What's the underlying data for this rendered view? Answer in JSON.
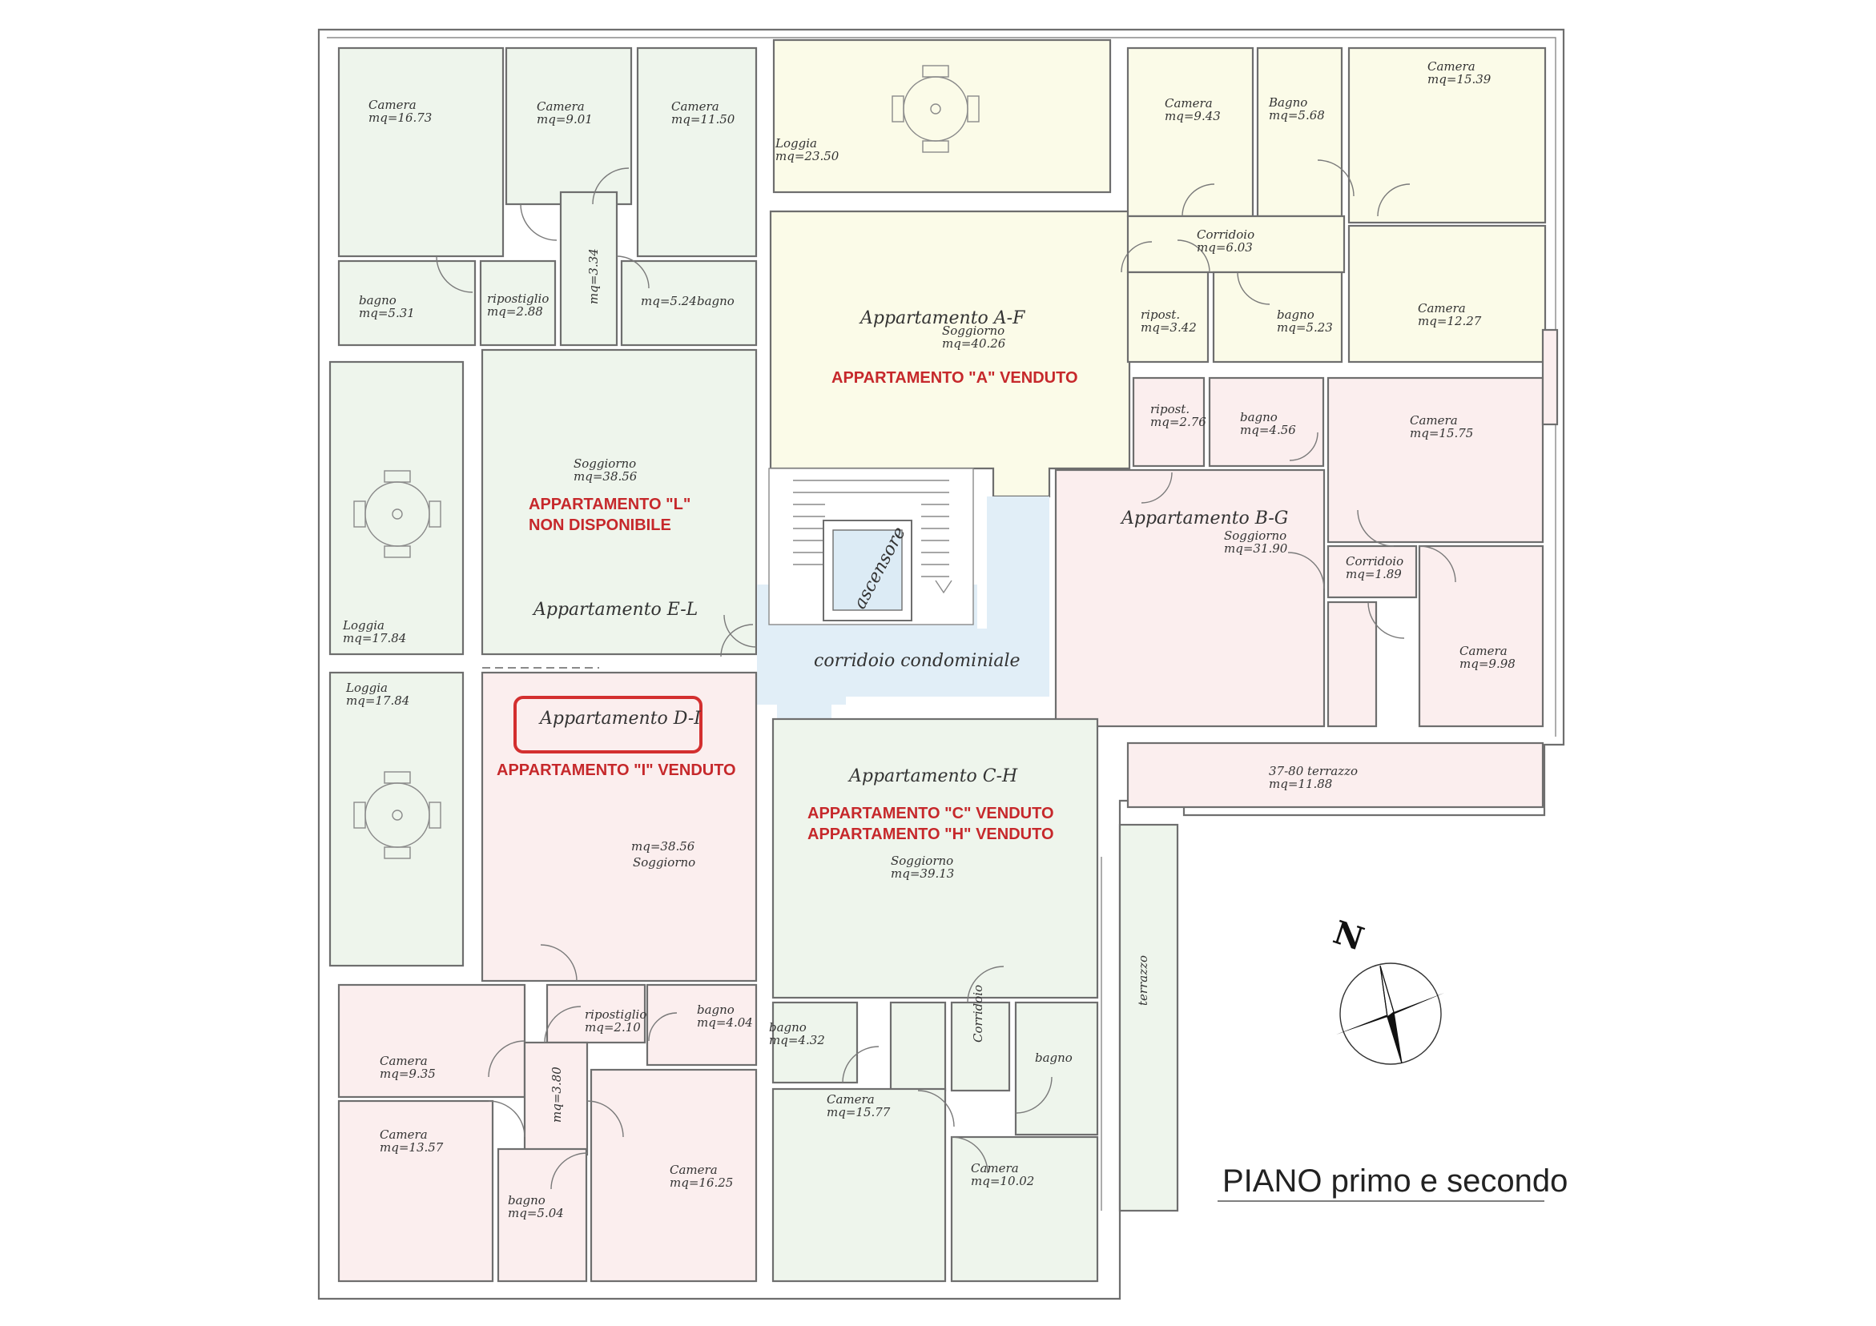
{
  "title": "PIANO primo e secondo",
  "compass": {
    "north_label": "N"
  },
  "colors": {
    "apt_green": "#eef5ec",
    "apt_yellow": "#fbfbe8",
    "apt_pink": "#fbeeee",
    "common_blue": "#e1eef7",
    "status_red": "#c6282b",
    "highlight_red": "#d32f2f"
  },
  "apartments": {
    "el": {
      "name": "Appartamento E-L",
      "status_line1": "APPARTAMENTO \"L\"",
      "status_line2": "NON DISPONIBILE",
      "color": "#eef5ec"
    },
    "af": {
      "name": "Appartamento A-F",
      "status": "APPARTAMENTO \"A\" VENDUTO",
      "color": "#fbfbe8"
    },
    "bg": {
      "name": "Appartamento B-G",
      "color": "#fbeeee"
    },
    "di": {
      "name": "Appartamento D-I",
      "status": "APPARTAMENTO \"I\" VENDUTO",
      "color": "#fbeeee"
    },
    "ch": {
      "name": "Appartamento C-H",
      "status_line1": "APPARTAMENTO \"C\" VENDUTO",
      "status_line2": "APPARTAMENTO \"H\" VENDUTO",
      "color": "#eef5ec"
    }
  },
  "common": {
    "corridor": "corridoio condominiale",
    "elevator": "ascensore"
  },
  "rooms": {
    "el_camera1": {
      "name": "Camera",
      "area": "mq=16.73"
    },
    "el_camera2": {
      "name": "Camera",
      "area": "mq=9.01"
    },
    "el_camera3": {
      "name": "Camera",
      "area": "mq=11.50"
    },
    "el_bagno1": {
      "name": "bagno",
      "area": "mq=5.31"
    },
    "el_ripostiglio": {
      "name": "ripostiglio",
      "area": "mq=2.88"
    },
    "el_corr": {
      "area": "mq=3.34"
    },
    "el_bagno2": {
      "name": "bagno",
      "area": "mq=5.24"
    },
    "el_soggiorno": {
      "name": "Soggiorno",
      "area": "mq=38.56"
    },
    "el_loggia": {
      "name": "Loggia",
      "area": "mq=17.84"
    },
    "af_loggia": {
      "name": "Loggia",
      "area": "mq=23.50"
    },
    "af_camera1": {
      "name": "Camera",
      "area": "mq=9.43"
    },
    "af_bagno1": {
      "name": "Bagno",
      "area": "mq=5.68"
    },
    "af_camera2": {
      "name": "Camera",
      "area": "mq=15.39"
    },
    "af_corridoio": {
      "name": "Corridoio",
      "area": "mq=6.03"
    },
    "af_ripost": {
      "name": "ripost.",
      "area": "mq=3.42"
    },
    "af_bagno2": {
      "name": "bagno",
      "area": "mq=5.23"
    },
    "af_camera3": {
      "name": "Camera",
      "area": "mq=12.27"
    },
    "af_soggiorno": {
      "name": "Soggiorno",
      "area": "mq=40.26"
    },
    "bg_ripost": {
      "name": "ripost.",
      "area": "mq=2.76"
    },
    "bg_bagno": {
      "name": "bagno",
      "area": "mq=4.56"
    },
    "bg_camera1": {
      "name": "Camera",
      "area": "mq=15.75"
    },
    "bg_soggiorno": {
      "name": "Soggiorno",
      "area": "mq=31.90"
    },
    "bg_corridoio": {
      "name": "Corridoio",
      "area": "mq=1.89"
    },
    "bg_camera2": {
      "name": "Camera",
      "area": "mq=9.98"
    },
    "bg_terrazzo": {
      "name": "37-80 terrazzo",
      "area": "mq=11.88"
    },
    "di_loggia": {
      "name": "Loggia",
      "area": "mq=17.84"
    },
    "di_soggiorno": {
      "name": "Soggiorno",
      "area": "mq=38.56"
    },
    "di_ripostiglio": {
      "name": "ripostiglio",
      "area": "mq=2.10"
    },
    "di_bagno1": {
      "name": "bagno",
      "area": "mq=4.04"
    },
    "di_camera1": {
      "name": "Camera",
      "area": "mq=9.35"
    },
    "di_corr": {
      "area": "mq=3.80"
    },
    "di_camera2": {
      "name": "Camera",
      "area": "mq=13.57"
    },
    "di_camera3": {
      "name": "Camera",
      "area": "mq=16.25"
    },
    "di_bagno2": {
      "name": "bagno",
      "area": "mq=5.04"
    },
    "ch_soggiorno": {
      "name": "Soggiorno",
      "area": "mq=39.13"
    },
    "ch_bagno1": {
      "name": "bagno",
      "area": "mq=4.32"
    },
    "ch_corridoio": {
      "name": "Corridoio"
    },
    "ch_bagno2": {
      "name": "bagno"
    },
    "ch_camera1": {
      "name": "Camera",
      "area": "mq=15.77"
    },
    "ch_camera2": {
      "name": "Camera",
      "area": "mq=10.02"
    },
    "ch_terrazzo": {
      "name": "terrazzo"
    }
  }
}
